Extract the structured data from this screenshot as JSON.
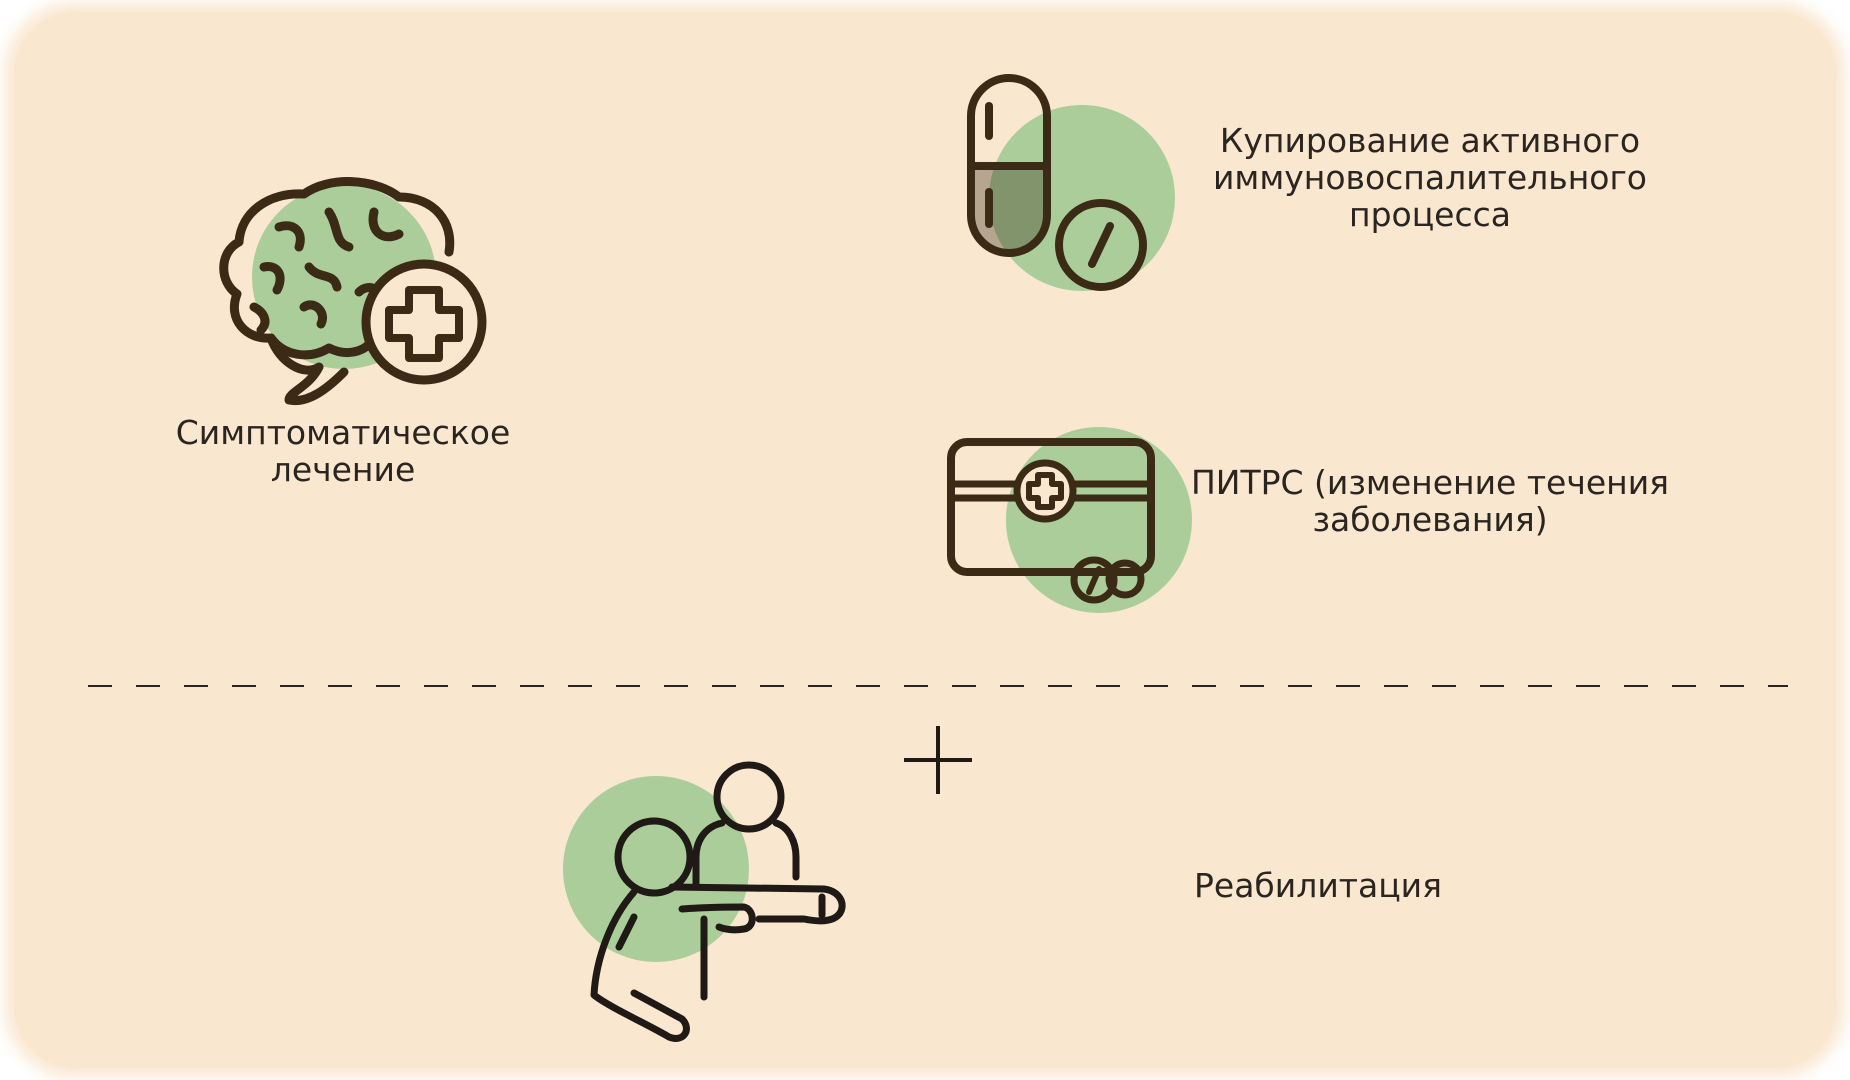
{
  "colors": {
    "background": "#f9e7cf",
    "accent_circle": "#8fc487",
    "line": "#3a2a16",
    "text": "#2a2520"
  },
  "items": [
    {
      "id": "symptomatic",
      "icon": "brain-plus-icon",
      "lines": [
        "Симптоматическое",
        "лечение"
      ]
    },
    {
      "id": "relief",
      "icon": "capsule-pill-icon",
      "lines": [
        "Купирование активного",
        "иммуновоспалительного",
        "процесса"
      ]
    },
    {
      "id": "dmt",
      "icon": "medicine-box-icon",
      "lines": [
        "ПИТРС (изменение течения",
        "заболевания)"
      ]
    },
    {
      "id": "rehab",
      "icon": "rehabilitation-icon",
      "lines": [
        "Реабилитация"
      ]
    }
  ],
  "connector": {
    "icon": "plus-icon"
  }
}
